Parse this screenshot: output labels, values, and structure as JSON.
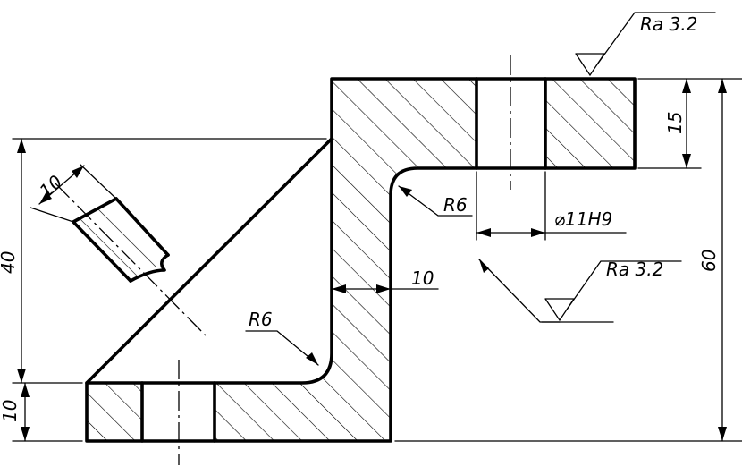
{
  "annotations": {
    "surface_finish_top": "Ra 3.2",
    "surface_finish_bore": "Ra 3.2",
    "bore_fit": "⌀11H9",
    "radius_upper": "R6",
    "radius_lower": "R6",
    "dim_rib_thickness": "10",
    "dim_web_thickness": "10",
    "dim_top_flange": "15",
    "dim_overall_height": "60",
    "dim_left_height": "40",
    "dim_base_height": "10"
  }
}
